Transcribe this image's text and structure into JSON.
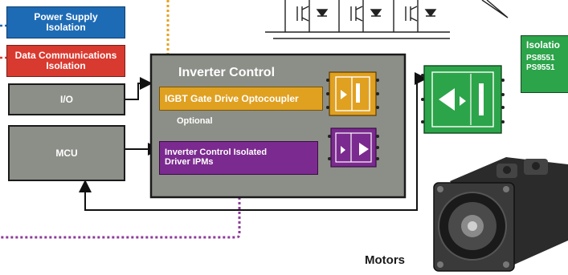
{
  "blocks": {
    "power_supply_isolation": "Power Supply\nIsolation",
    "data_comm_isolation": "Data Communications\nIsolation",
    "io": "I/O",
    "mcu": "MCU",
    "inverter_control_title": "Inverter Control",
    "igbt_gate_drive": "IGBT Gate Drive Optocoupler",
    "optional": "Optional",
    "inverter_control_isolated": "Inverter Control Isolated\nDriver IPMs"
  },
  "isolation_panel": {
    "title": "Isolatio",
    "items": [
      "PS8551",
      "PS9551"
    ]
  },
  "motors_label": "Motors",
  "colors": {
    "blue": "#1e6bb5",
    "red": "#d93a2f",
    "gray": "#8c8f88",
    "orange": "#e0a020",
    "purple": "#7b2a8f",
    "green": "#2ca44a",
    "dotted_orange": "#e7a11f",
    "dotted_purple": "#8d3a9a"
  }
}
